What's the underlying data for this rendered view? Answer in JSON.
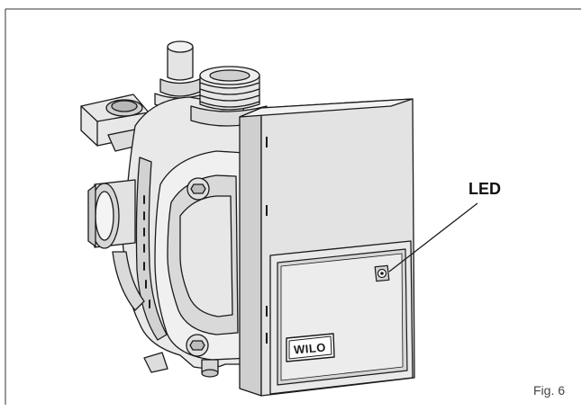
{
  "figure": {
    "callout_label": "LED",
    "caption": "Fig. 6",
    "brand_plate_text": "WILO"
  }
}
